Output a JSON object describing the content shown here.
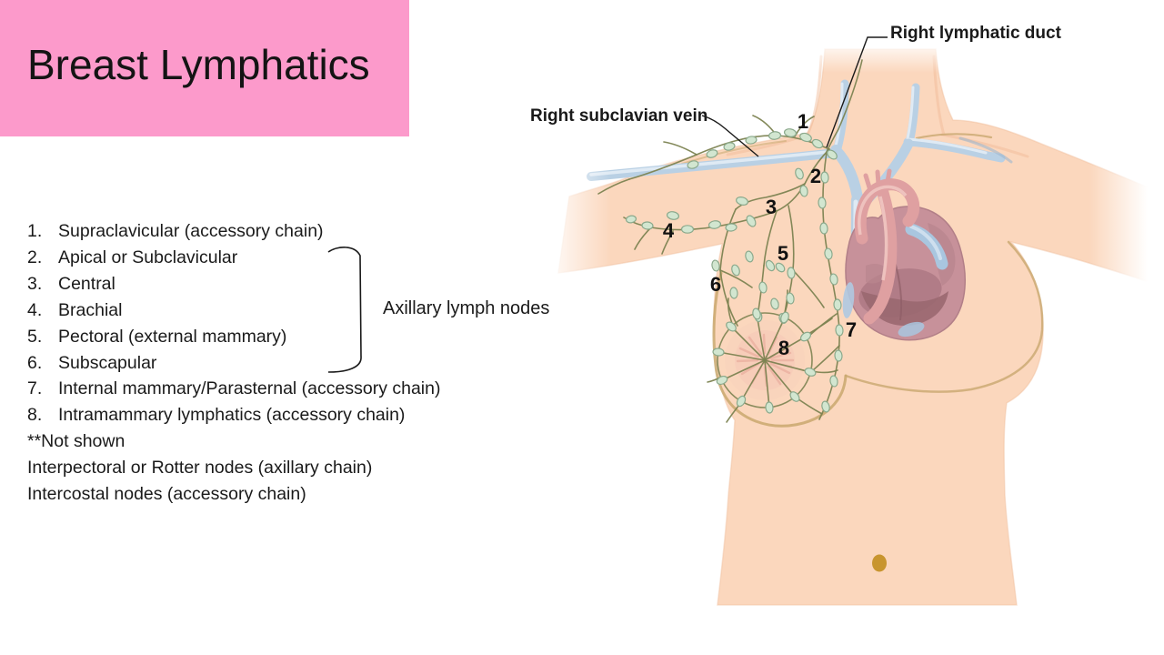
{
  "title": {
    "text": "Breast Lymphatics"
  },
  "legend": {
    "items": [
      {
        "marker": "1.",
        "text": "Supraclavicular (accessory chain)"
      },
      {
        "marker": "2.",
        "text": "Apical or Subclavicular"
      },
      {
        "marker": "3.",
        "text": "Central"
      },
      {
        "marker": "4.",
        "text": "Brachial"
      },
      {
        "marker": "5.",
        "text": "Pectoral (external mammary)"
      },
      {
        "marker": "6.",
        "text": "Subscapular"
      },
      {
        "marker": "7.",
        "text": "Internal mammary/Parasternal (accessory chain)"
      },
      {
        "marker": "8.",
        "text": "Intramammary lymphatics (accessory chain)"
      },
      {
        "marker": "",
        "text": "**Not shown"
      },
      {
        "marker": "",
        "text": "Interpectoral or Rotter nodes (axillary chain)"
      },
      {
        "marker": "",
        "text": "Intercostal nodes (accessory chain)"
      }
    ],
    "bracket_label": "Axillary lymph nodes"
  },
  "figure": {
    "labels": {
      "right_lymphatic_duct": "Right lymphatic duct",
      "right_subclavian_vein": "Right subclavian vein"
    },
    "markers": [
      "1",
      "2",
      "3",
      "4",
      "5",
      "6",
      "7",
      "8"
    ]
  },
  "colors": {
    "banner_pink": "#FC9ACB",
    "text": "#1A1A1A",
    "skin": "#FBD7BD",
    "skin_shade": "#F0BE9E",
    "breast_outline": "#C9A86F",
    "vein_blue": "#B9D0E4",
    "vein_highlight": "#DFEAF4",
    "lymph_olive": "#7C8351",
    "node_fill": "#D2E6D0",
    "node_stroke": "#8BA98C",
    "heart_body": "#C7919A",
    "heart_chamber": "#A9757F",
    "aorta_pink": "#DFA0A1",
    "navel_gold": "#C8952F"
  }
}
